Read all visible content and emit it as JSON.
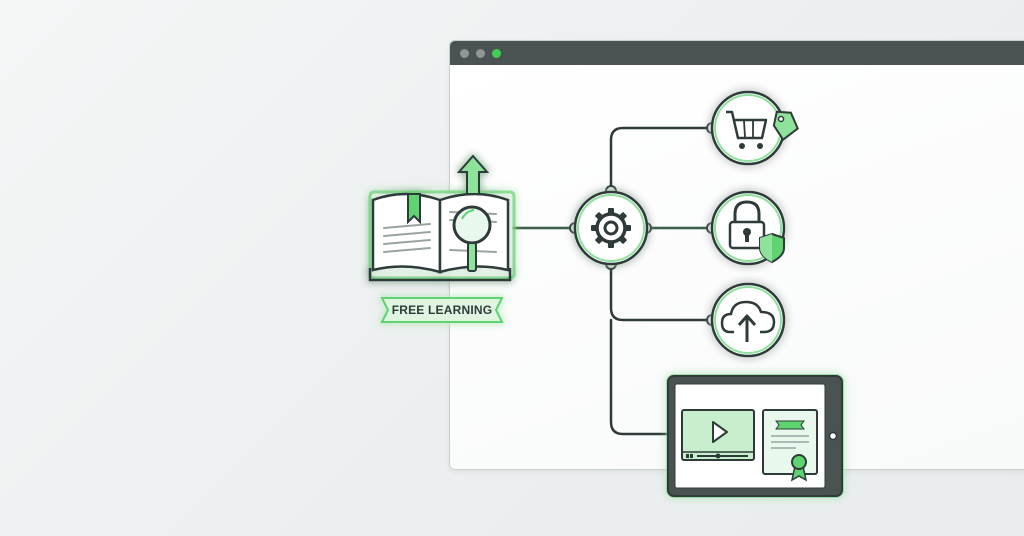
{
  "badge": {
    "label": "FREE LEARNING"
  },
  "colors": {
    "accent": "#5fd36f",
    "accent_light": "#dff5e1",
    "stroke": "#2f3b3a",
    "titlebar": "#4a5352",
    "window_dot_gray": "#8f9796",
    "window_dot_green": "#3fcf55"
  },
  "icons": {
    "source": "open-book-with-magnifier-and-up-arrow",
    "hub": "gear-icon",
    "branches": [
      "shopping-cart-with-tag-icon",
      "padlock-with-shield-icon",
      "cloud-upload-icon"
    ],
    "device": "tablet-with-video-and-certificate"
  }
}
